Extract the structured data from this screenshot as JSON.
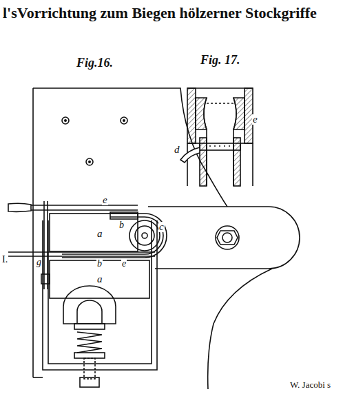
{
  "diagram": {
    "title": "l'sVorrichtung zum Biegen hölzerner Stockgriffe",
    "labels": [
      "Fig.16.",
      "Fig. 17.",
      "e",
      "d",
      "e",
      "b",
      "c",
      "a",
      "b",
      "e",
      "a",
      "g",
      "I.",
      "W. Jacobi s"
    ]
  }
}
